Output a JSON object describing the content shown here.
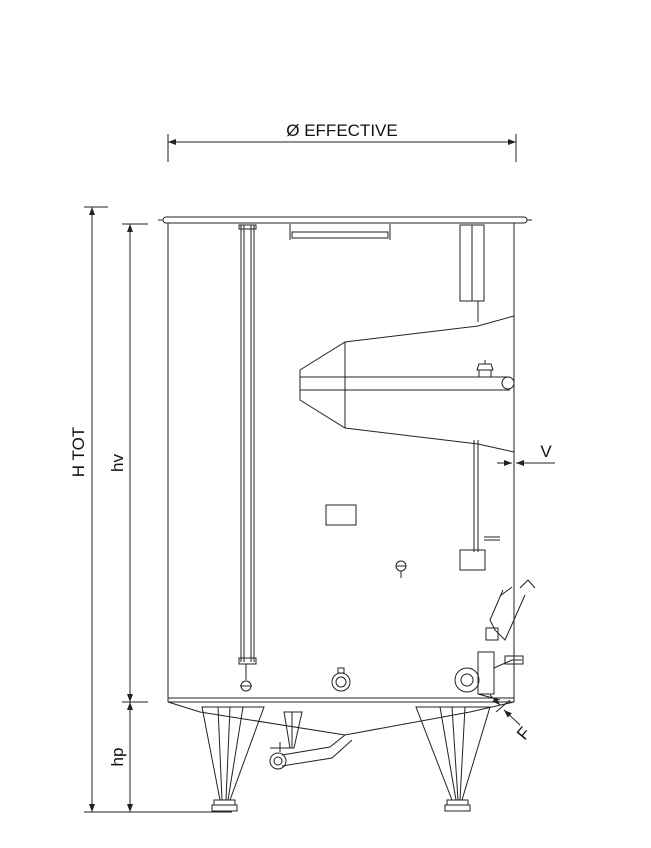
{
  "labels": {
    "diameter": "Ø EFFECTIVE",
    "total_height": "H TOT",
    "shell_height": "hv",
    "leg_height": "hp",
    "v_dim": "V",
    "f_dim": "F"
  },
  "colors": {
    "line": "#222222",
    "background": "#ffffff"
  }
}
